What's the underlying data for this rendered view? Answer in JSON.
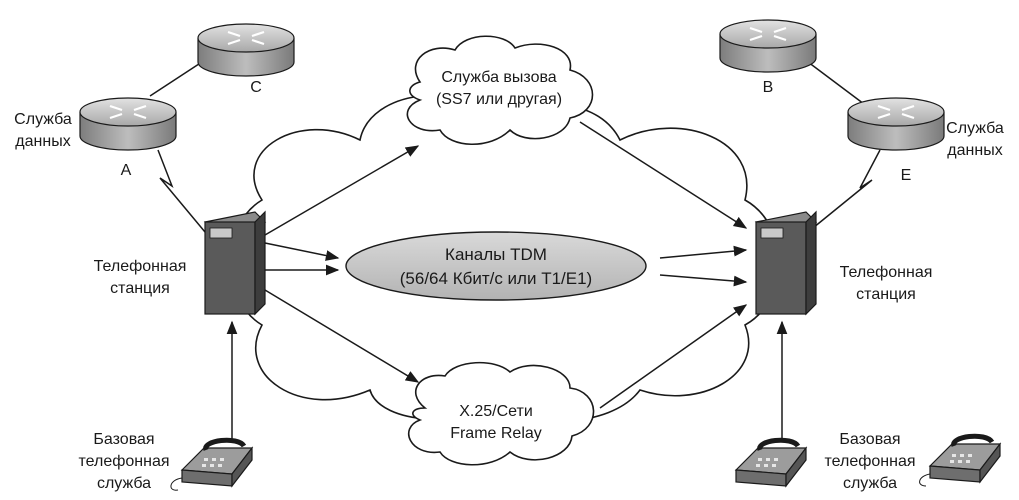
{
  "clouds": {
    "call_service_line1": "Служба вызова",
    "call_service_line2": "(SS7 или другая)",
    "x25_line1": "X.25/Сети",
    "x25_line2": "Frame Relay"
  },
  "tdm": {
    "line1": "Каналы TDM",
    "line2": "(56/64 Кбит/с или T1/E1)"
  },
  "routers": {
    "a": "A",
    "b": "B",
    "c": "C",
    "e": "E"
  },
  "left": {
    "data_service_line1": "Служба",
    "data_service_line2": "данных",
    "switch_line1": "Телефонная",
    "switch_line2": "станция",
    "phone_line1": "Базовая",
    "phone_line2": "телефонная",
    "phone_line3": "служба"
  },
  "right": {
    "data_service_line1": "Служба",
    "data_service_line2": "данных",
    "switch_line1": "Телефонная",
    "switch_line2": "станция",
    "phone_line1": "Базовая",
    "phone_line2": "телефонная",
    "phone_line3": "служба"
  },
  "colors": {
    "ink": "#1a1a1a",
    "router_body": "#b5b5b5",
    "switch_body": "#5a5a5a",
    "tdm_fill": "#c8c8c8"
  }
}
